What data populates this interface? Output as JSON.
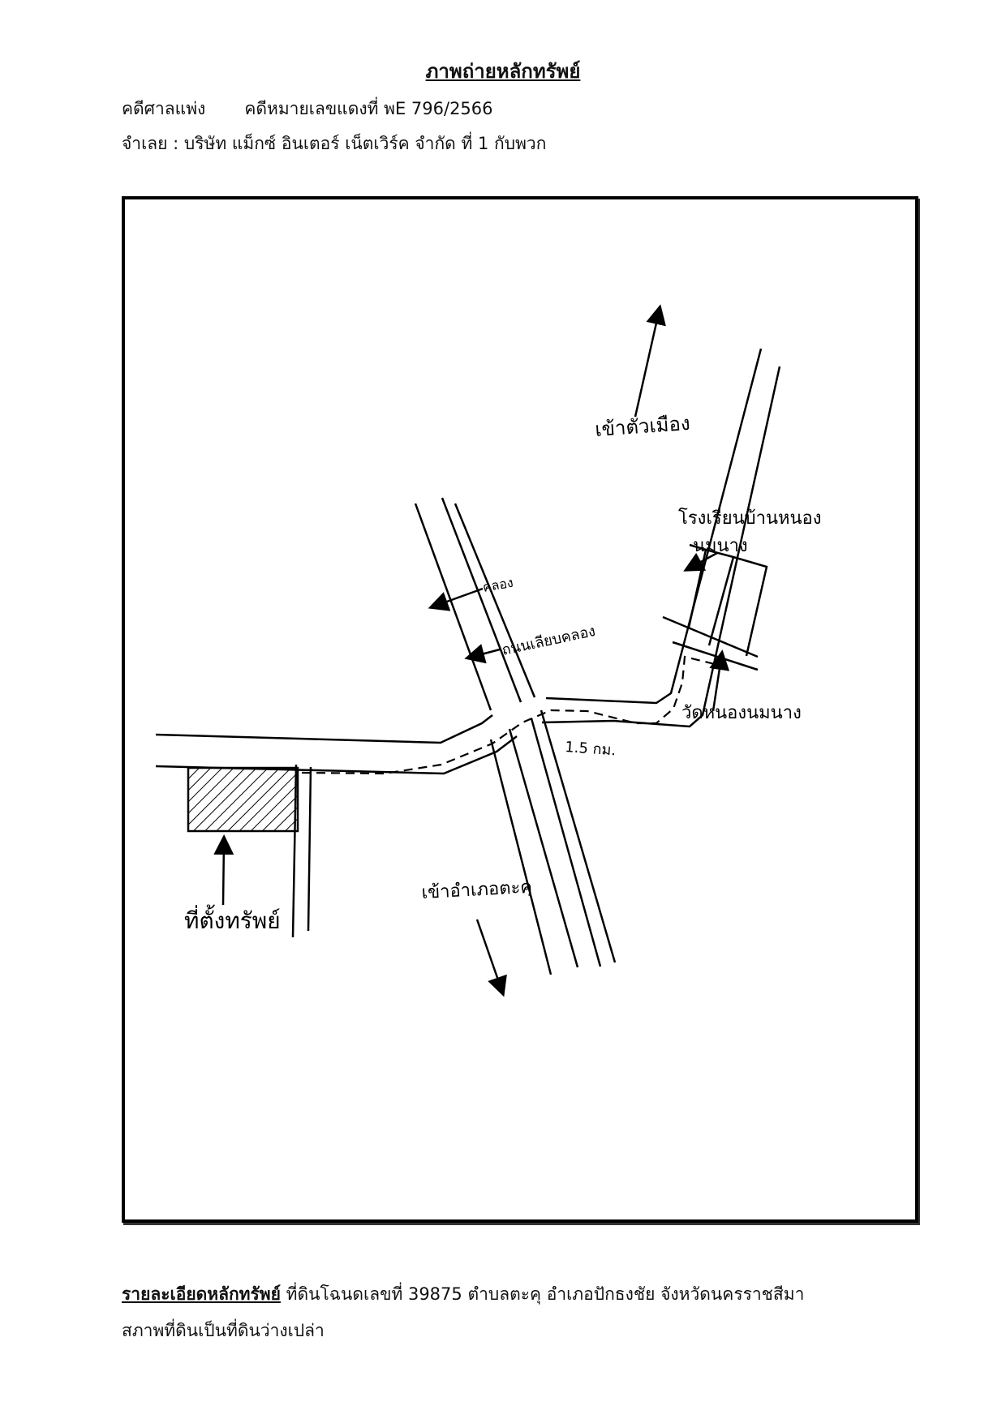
{
  "title": "ภาพถ่ายหลักทรัพย์",
  "case": {
    "court_type": "คดีศาลแพ่ง",
    "case_number": "คดีหมายเลขแดงที่ พE 796/2566",
    "defendant": "จำเลย : บริษัท แม็กซ์ อินเตอร์ เน็ตเวิร์ค จำกัด ที่ 1 กับพวก"
  },
  "map": {
    "labels": {
      "to_city": "เข้าตัวเมือง",
      "school_line1": "โรงเรียนบ้านหนอง",
      "school_line2": "นมนาง",
      "canal": "คลอง",
      "canal_road": "ถนนเลียบคลอง",
      "temple": "วัดหนองนมนาง",
      "distance": "1.5 กม.",
      "to_district": "เข้าอำเภอตะคุ",
      "property_location": "ที่ตั้งทรัพย์"
    }
  },
  "footer": {
    "details_label": "รายละเอียดหลักทรัพย์",
    "details_text": " ที่ดินโฉนดเลขที่ 39875 ตำบลตะคุ อำเภอปักธงชัย จังหวัดนครราชสีมา",
    "condition": "สภาพที่ดินเป็นที่ดินว่างเปล่า"
  }
}
